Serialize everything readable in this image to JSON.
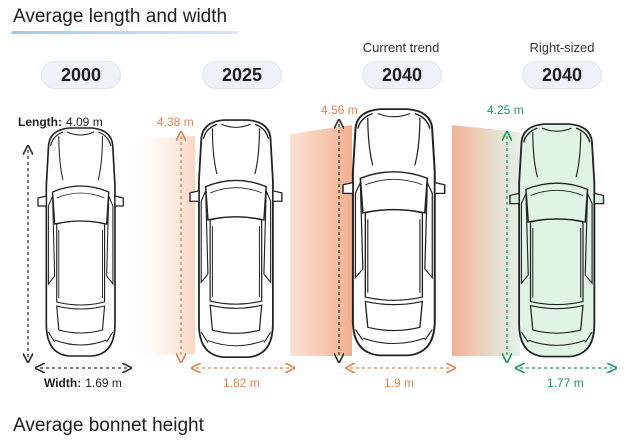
{
  "section_titles": {
    "length_width": "Average length and width",
    "bonnet": "Average bonnet height"
  },
  "scenario_labels": {
    "current_trend": "Current trend",
    "right_sized": "Right-sized"
  },
  "colors": {
    "neutral": "#333333",
    "trend": "#e8834e",
    "right_sized": "#1a9a5c"
  },
  "cars": [
    {
      "id": "c2000",
      "year": "2000",
      "length_prefix": "Length:",
      "length": "4.09 m",
      "width_prefix": "Width:",
      "width": "1.69 m"
    },
    {
      "id": "c2025",
      "year": "2025",
      "length": "4.38 m",
      "width": "1.82 m"
    },
    {
      "id": "c2040t",
      "year": "2040",
      "length": "4.56 m",
      "width": "1.9 m"
    },
    {
      "id": "c2040r",
      "year": "2040",
      "length": "4.25 m",
      "width": "1.77 m"
    }
  ]
}
